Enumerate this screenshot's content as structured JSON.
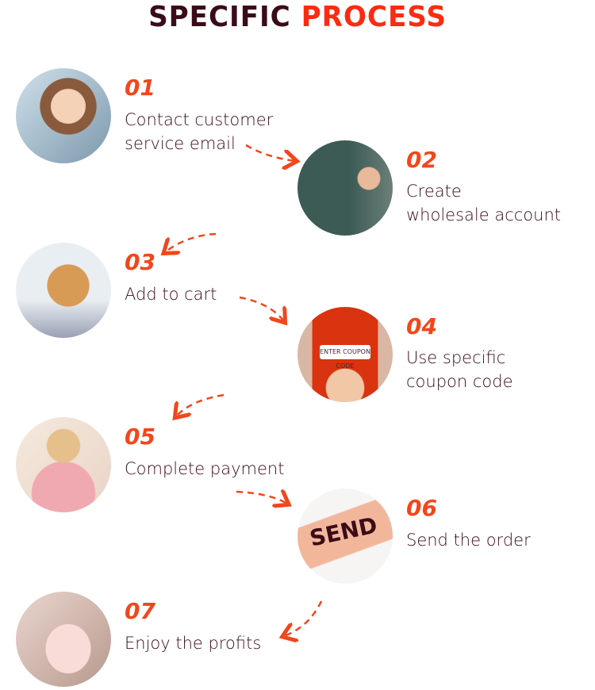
{
  "title": {
    "part1": "SPECIFIC",
    "part2": "PROCESS"
  },
  "steps": [
    {
      "number": "01",
      "line1": "Contact customer",
      "line2": "service email"
    },
    {
      "number": "02",
      "line1": "Create",
      "line2": "wholesale account"
    },
    {
      "number": "03",
      "line1": "Add to cart",
      "line2": ""
    },
    {
      "number": "04",
      "line1": "Use specific",
      "line2": "coupon code"
    },
    {
      "number": "05",
      "line1": "Complete payment",
      "line2": ""
    },
    {
      "number": "06",
      "line1": "Send the order",
      "line2": ""
    },
    {
      "number": "07",
      "line1": "Enjoy the profits",
      "line2": ""
    }
  ],
  "images": {
    "send_word": "SEND",
    "coupon_label": "ENTER COUPON CODE"
  },
  "colors": {
    "dark": "#3a0c18",
    "accent": "#ff2a12",
    "number": "#f2461c"
  }
}
